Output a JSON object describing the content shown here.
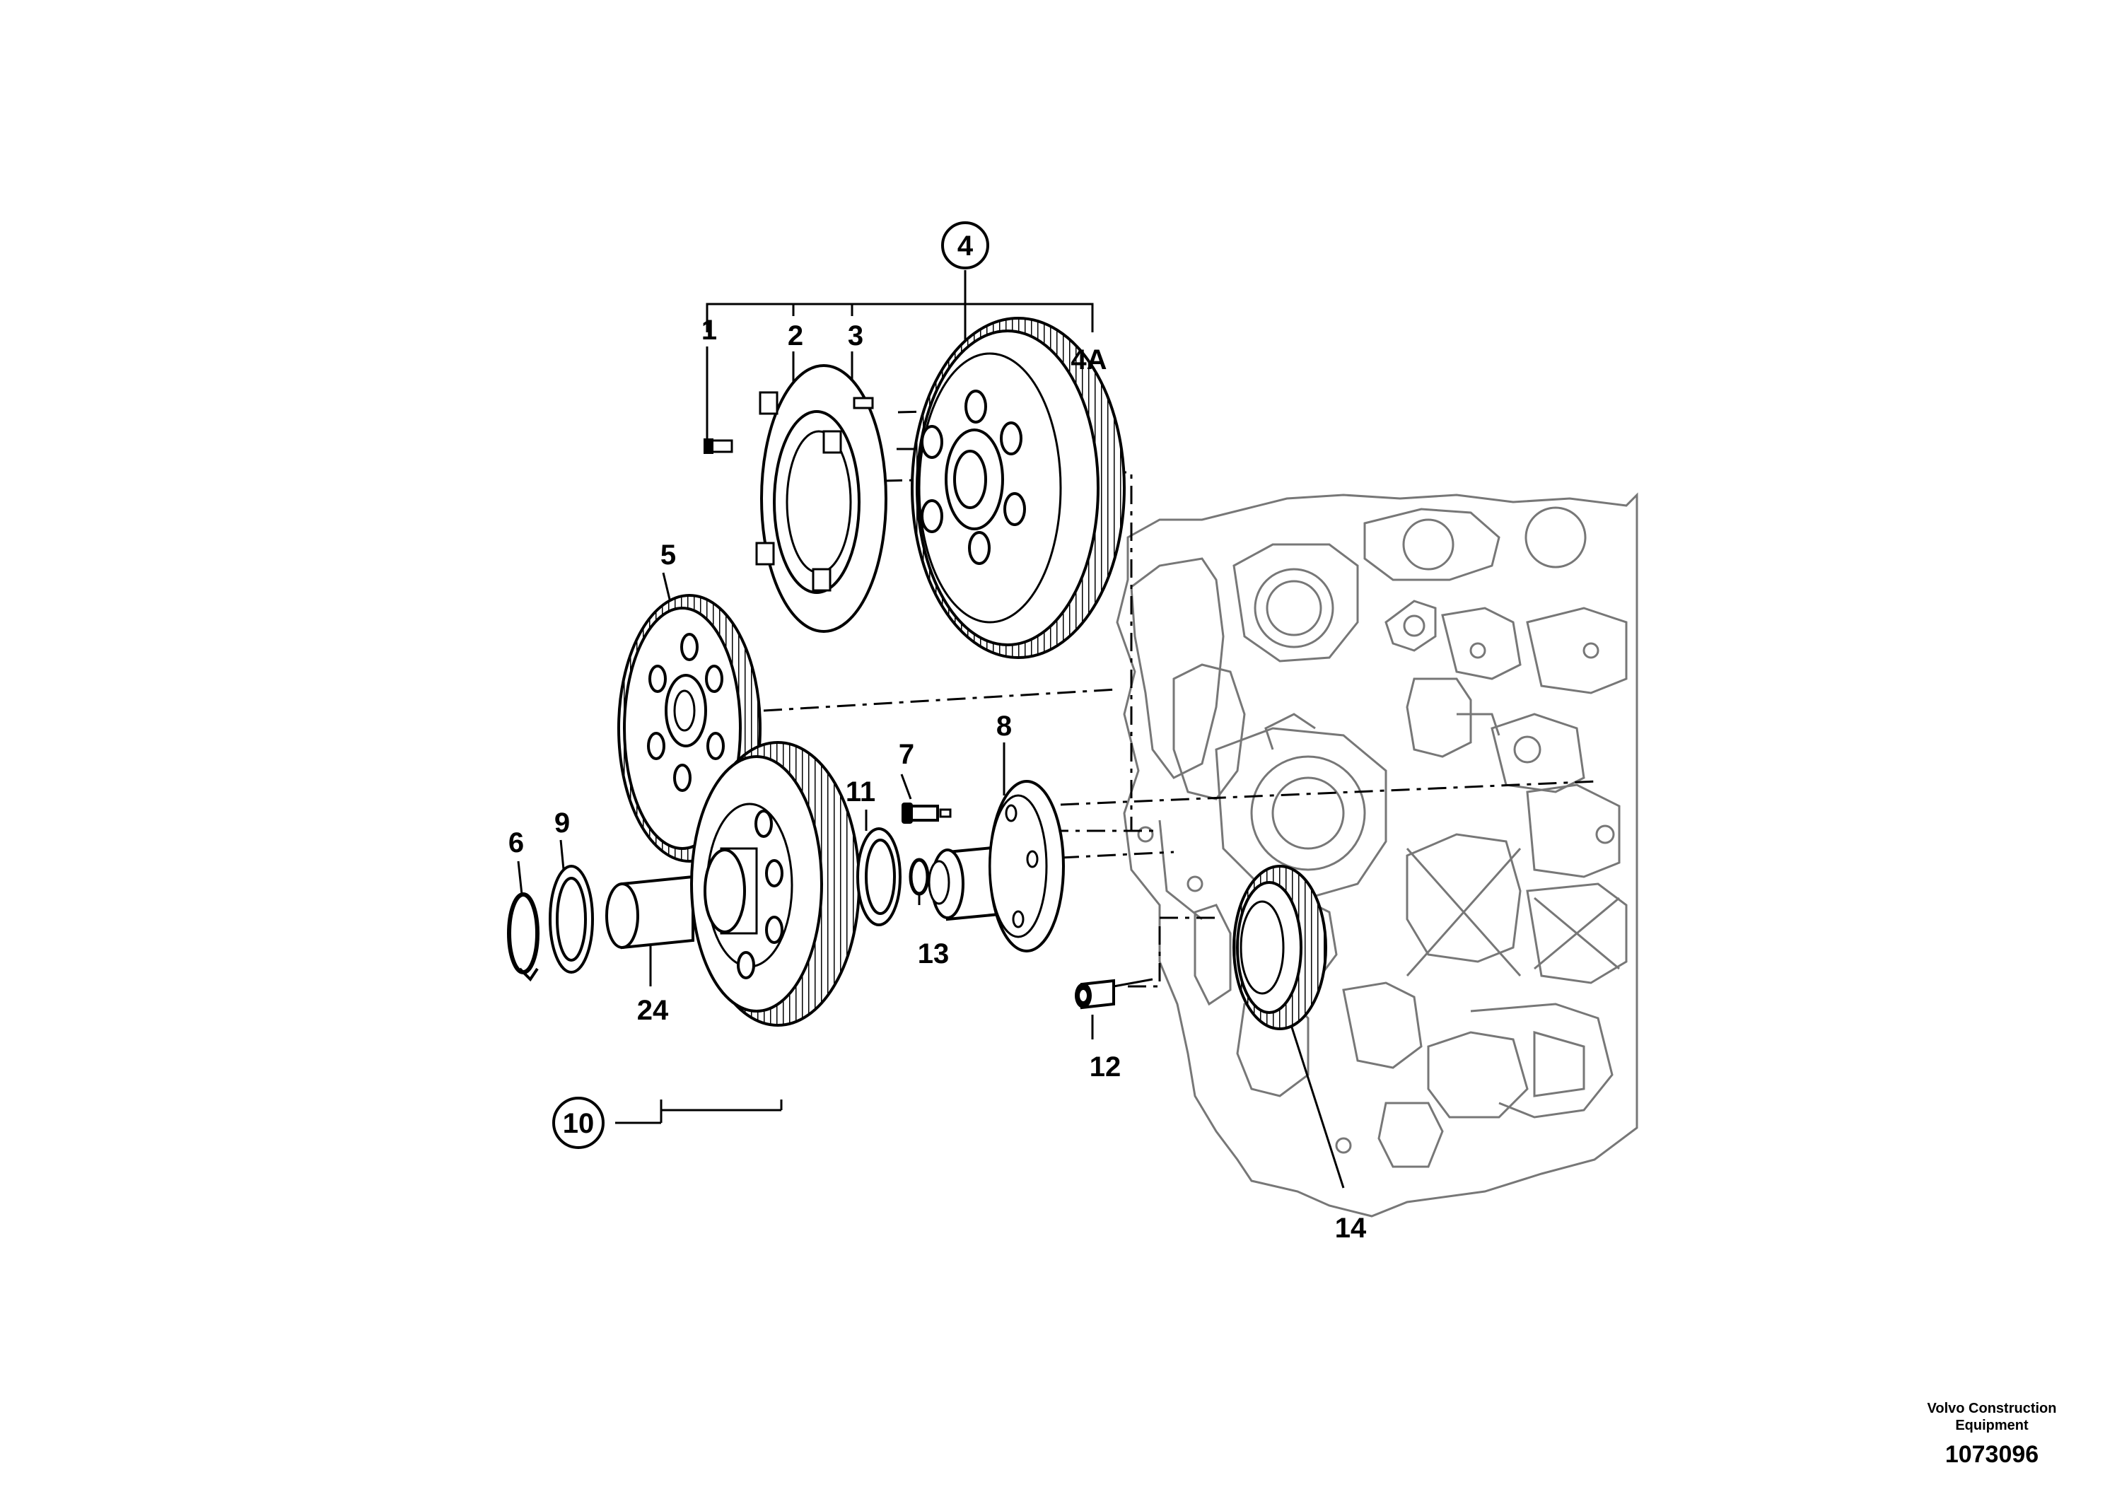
{
  "diagram": {
    "callouts": [
      "1",
      "2",
      "3",
      "4",
      "4A",
      "5",
      "6",
      "7",
      "8",
      "9",
      "10",
      "11",
      "12",
      "13",
      "14",
      "24"
    ],
    "circled_callouts": [
      "4",
      "10"
    ]
  },
  "footer": {
    "company_line1": "Volvo Construction",
    "company_line2": "Equipment",
    "drawing_number": "1073096"
  }
}
